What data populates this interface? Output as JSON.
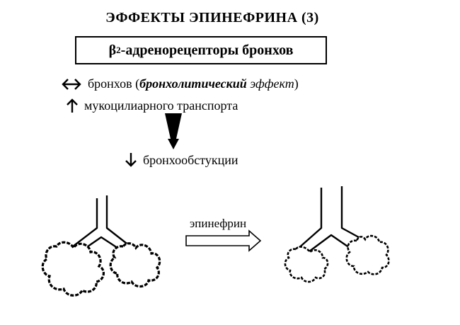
{
  "title": "ЭФФЕКТЫ ЭПИНЕФРИНА (3)",
  "box": {
    "beta": "β",
    "subscript": "2",
    "rest": "-адренорецепторы бронхов"
  },
  "effects": [
    {
      "icon": "left-right-arrow-icon",
      "parts": {
        "a": "бронхов (",
        "b": "бронхолитический",
        "c": " эффект",
        "d": ")"
      }
    },
    {
      "icon": "up-arrow-icon",
      "text": "мукоцилиарного транспорта"
    }
  ],
  "result": {
    "icon": "down-arrow-icon",
    "text": "бронхообстукции"
  },
  "transition_label": "эпинефрин"
}
